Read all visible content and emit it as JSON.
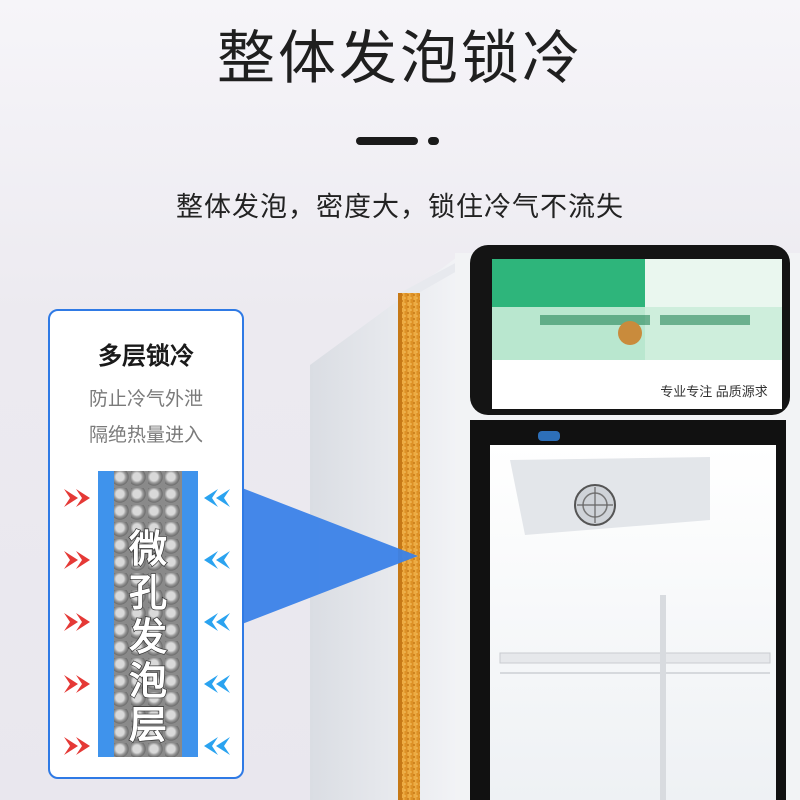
{
  "headline": "整体发泡锁冷",
  "subline": "整体发泡，密度大，锁住冷气不流失",
  "panel": {
    "title": "多层锁冷",
    "line1": "防止冷气外泄",
    "line2": "隔绝热量进入",
    "foam_label_chars": [
      "微",
      "孔",
      "发",
      "泡",
      "层"
    ]
  },
  "fridge": {
    "sign_text": "专业专注  品质源求"
  },
  "colors": {
    "accent_blue": "#2f7ae5",
    "hot_arrow": "#e53936",
    "cold_arrow": "#2aa3f0",
    "foam_orange": "#e9a23a"
  }
}
